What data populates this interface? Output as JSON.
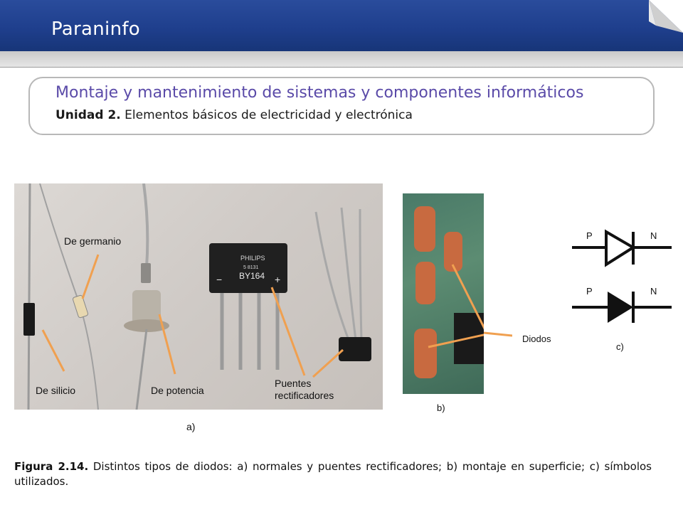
{
  "header": {
    "brand": "Paraninfo"
  },
  "title": {
    "main": "Montaje y mantenimiento de sistemas y componentes informáticos",
    "unit_label": "Unidad 2.",
    "unit_text": " Elementos básicos de electricidad y electrónica"
  },
  "figure_a": {
    "labels": {
      "germanio": "De germanio",
      "silicio": "De silicio",
      "potencia": "De potencia",
      "puentes_line1": "Puentes",
      "puentes_line2": "rectificadores"
    },
    "component_markings": {
      "bridge_brand": "PHILIPS",
      "bridge_code": "BY164",
      "bridge_batch": "5 8131",
      "minus": "−",
      "plus": "+"
    },
    "sublabel": "a)"
  },
  "figure_b": {
    "label": "Diodos",
    "sublabel": "b)"
  },
  "figure_c": {
    "anode_label": "P",
    "cathode_label": "N",
    "sublabel": "c)"
  },
  "caption": {
    "label": "Figura 2.14.",
    "text": " Distintos tipos de diodos: a) normales y puentes rectificadores; b) montaje en superficie; c) símbolos utilizados."
  },
  "colors": {
    "header_blue": "#1f3f8d",
    "title_purple": "#5a4aa8",
    "arrow_orange": "#f0a050"
  }
}
